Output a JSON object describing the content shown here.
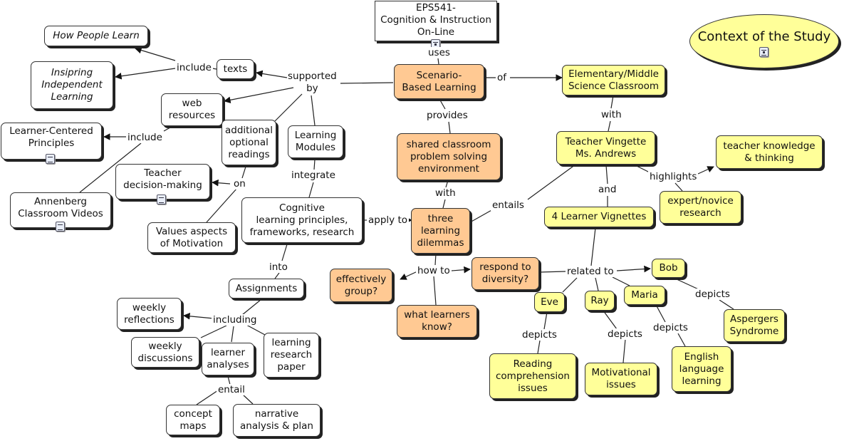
{
  "title": "Context of the Study",
  "colors": {
    "yellow": "#ffff99",
    "orange": "#ffc993",
    "white": "#ffffff",
    "line": "#111111"
  },
  "nodes": {
    "course": "EPS541-\nCognition & Instruction\nOn-Line",
    "sbl": "Scenario-\nBased Learning",
    "elem": "Elementary/Middle\nScience Classroom",
    "shared": "shared classroom\nproblem solving\nenvironment",
    "teacher_vignette": "Teacher Vingette\nMs. Andrews",
    "teacher_knowledge": "teacher knowledge\n& thinking",
    "expert": "expert/novice\nresearch",
    "learner_vignettes": "4 Learner Vignettes",
    "three": "three\nlearning\ndilemmas",
    "effectively": "effectively\ngroup?",
    "respond": "respond to\ndiversity?",
    "what_learners": "what learners\nknow?",
    "bob": "Bob",
    "eve": "Eve",
    "ray": "Ray",
    "maria": "Maria",
    "aspergers": "Aspergers\nSyndrome",
    "reading": "Reading\ncomprehension\nissues",
    "motivational": "Motivational\nissues",
    "english": "English\nlanguage\nlearning",
    "how_people": "How People Learn",
    "inspiring": "Insipring\nIndependent\nLearning",
    "texts": "texts",
    "web": "web\nresources",
    "lcp": "Learner-Centered\nPrinciples",
    "annenberg": "Annenberg\nClassroom Videos",
    "additional": "additional\noptional\nreadings",
    "modules": "Learning\nModules",
    "teacher_dm": "Teacher\ndecision-making",
    "values": "Values aspects\nof Motivation",
    "cognitive": "Cognitive\nlearning principles,\nframeworks, research",
    "assignments": "Assignments",
    "weekly_reflections": "weekly\nreflections",
    "weekly_discussions": "weekly\ndiscussions",
    "learner_analyses": "learner\nanalyses",
    "research_paper": "learning\nresearch\npaper",
    "concept_maps": "concept\nmaps",
    "narrative": "narrative\nanalysis & plan"
  },
  "links": {
    "uses": "uses",
    "of": "of",
    "provides": "provides",
    "with1": "with",
    "with2": "with",
    "highlights": "highlights",
    "and": "and",
    "entails": "entails",
    "apply_to": "apply to",
    "how_to": "how to",
    "related_to": "related to",
    "depicts1": "depicts",
    "depicts2": "depicts",
    "depicts3": "depicts",
    "depicts4": "depicts",
    "supported_by": "supported\nby",
    "include1": "include",
    "include2": "include",
    "on": "on",
    "integrate": "integrate",
    "into": "into",
    "including": "including",
    "entail": "entail"
  }
}
